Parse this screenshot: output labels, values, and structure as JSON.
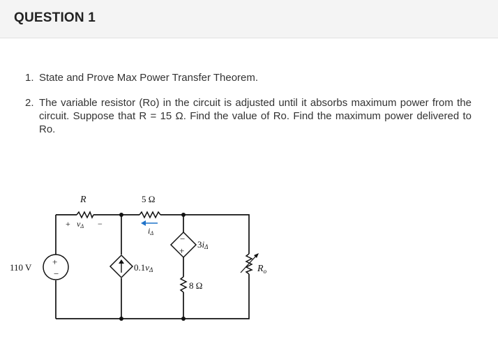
{
  "question": {
    "title": "QUESTION 1",
    "items": [
      {
        "number": "1.",
        "text": "State and Prove Max Power Transfer Theorem."
      },
      {
        "number": "2.",
        "text": "The variable resistor (Ro) in the circuit is adjusted until it absorbs maximum power from the circuit. Suppose that R = 15 Ω. Find the value of Ro. Find the maximum power delivered to Ro."
      }
    ]
  },
  "circuit": {
    "source_label": "110 V",
    "resistor_r_label": "R",
    "vdelta_label_plus": "+",
    "vdelta_label_var": "v",
    "vdelta_label_sub": "Δ",
    "vdelta_label_minus": "−",
    "resistor_5_label": "5 Ω",
    "idelta_label_var": "i",
    "idelta_label_sub": "Δ",
    "dep_voltage_label_coef": "3",
    "dep_voltage_label_var": "i",
    "dep_voltage_label_sub": "Δ",
    "dep_current_label_coef": "0.1",
    "dep_current_label_var": "v",
    "dep_current_label_sub": "Δ",
    "resistor_8_label": "8 Ω",
    "ro_label_var": "R",
    "ro_label_sub": "o",
    "colors": {
      "wire": "#111111",
      "current_arrow": "#1f73c9",
      "node": "#111111"
    }
  }
}
